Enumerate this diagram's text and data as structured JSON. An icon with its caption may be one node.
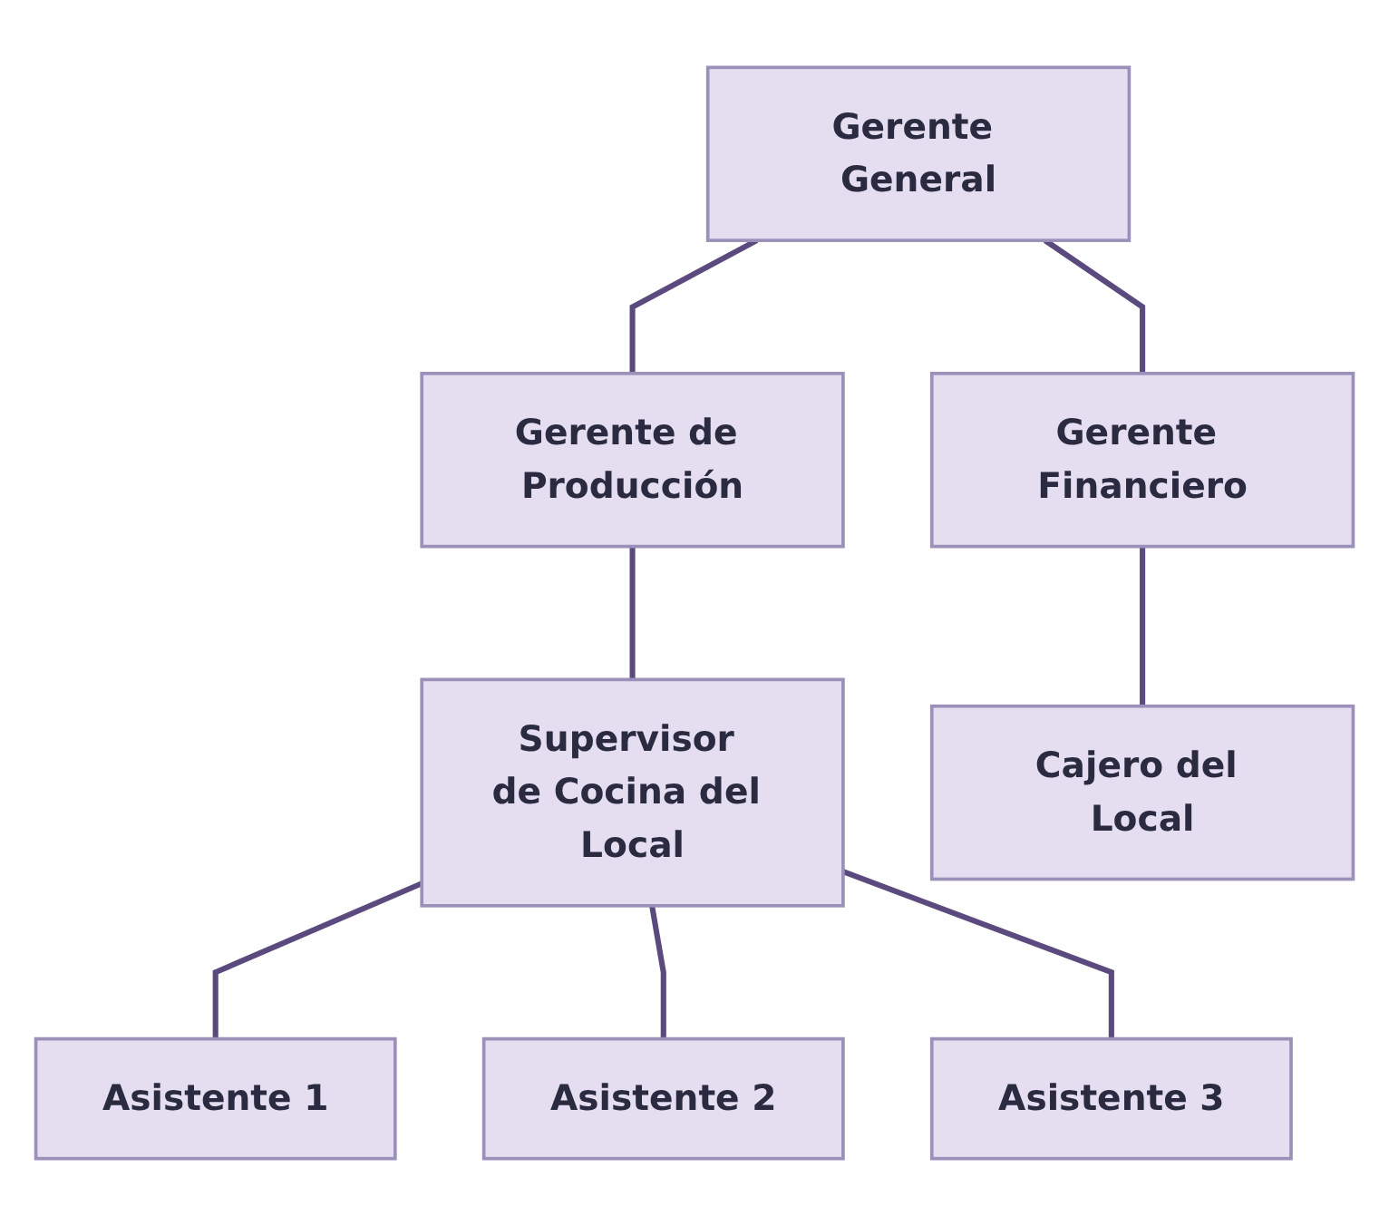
{
  "diagram": {
    "nodes": [
      {
        "text": [
          "Gerente General"
        ]
      },
      {
        "text": [
          "Gerente de Producción"
        ]
      },
      {
        "text": [
          "Gerente Financiero"
        ]
      },
      {
        "text": [
          "Supervisor de Cocina del Local"
        ]
      },
      {
        "text": [
          "Cajero del Local"
        ]
      },
      {
        "text": [
          "Asistente 1"
        ]
      },
      {
        "text": [
          "Asistente 2"
        ]
      },
      {
        "text": [
          "Asistente 3"
        ]
      }
    ],
    "edges": [
      {
        "from": 0,
        "to": 1,
        "arrow": "none"
      },
      {
        "from": 0,
        "to": 2,
        "arrow": "none"
      },
      {
        "from": 1,
        "to": 3,
        "arrow": "none"
      },
      {
        "from": 2,
        "to": 4,
        "arrow": "none"
      },
      {
        "from": 3,
        "to": 5,
        "arrow": "none"
      },
      {
        "from": 3,
        "to": 6,
        "arrow": "none"
      },
      {
        "from": 3,
        "to": 7,
        "arrow": "none"
      }
    ]
  }
}
